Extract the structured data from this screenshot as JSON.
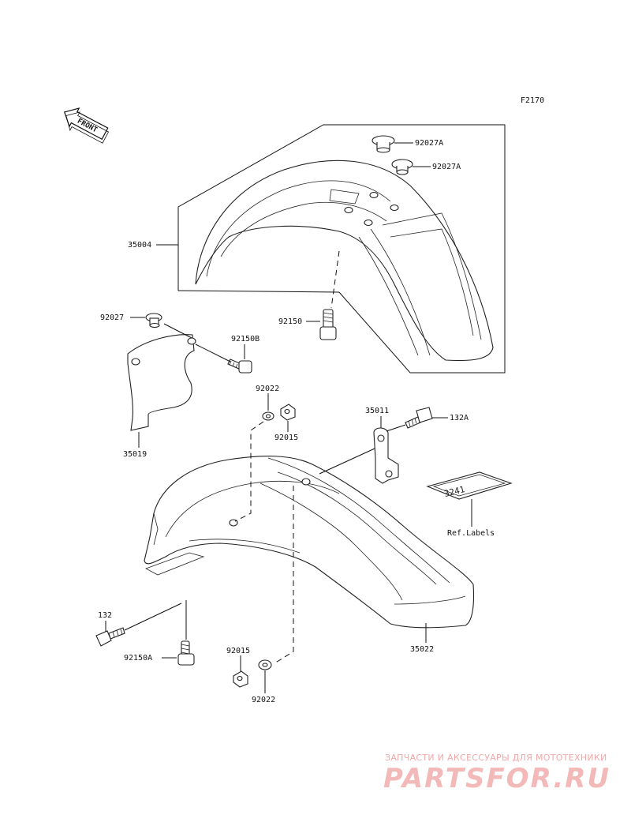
{
  "diagram": {
    "code": "F2170",
    "front_label": "FRONT",
    "ref_labels": "Ref.Labels",
    "label_sticker_text": "3241",
    "parts": {
      "p92027A_top": "92027A",
      "p92027A_mid": "92027A",
      "p35004": "35004",
      "p92150": "92150",
      "p92027": "92027",
      "p92150B": "92150B",
      "p92022_top": "92022",
      "p92015_top": "92015",
      "p35019": "35019",
      "p35011": "35011",
      "p132A": "132A",
      "p132": "132",
      "p92150A": "92150A",
      "p92015_bot": "92015",
      "p92022_bot": "92022",
      "p35022": "35022"
    }
  },
  "watermark": {
    "tagline": "ЗАПЧАСТИ И АКСЕССУАРЫ ДЛЯ МОТОТЕХНИКИ",
    "logo": "PARTSFOR.RU"
  }
}
